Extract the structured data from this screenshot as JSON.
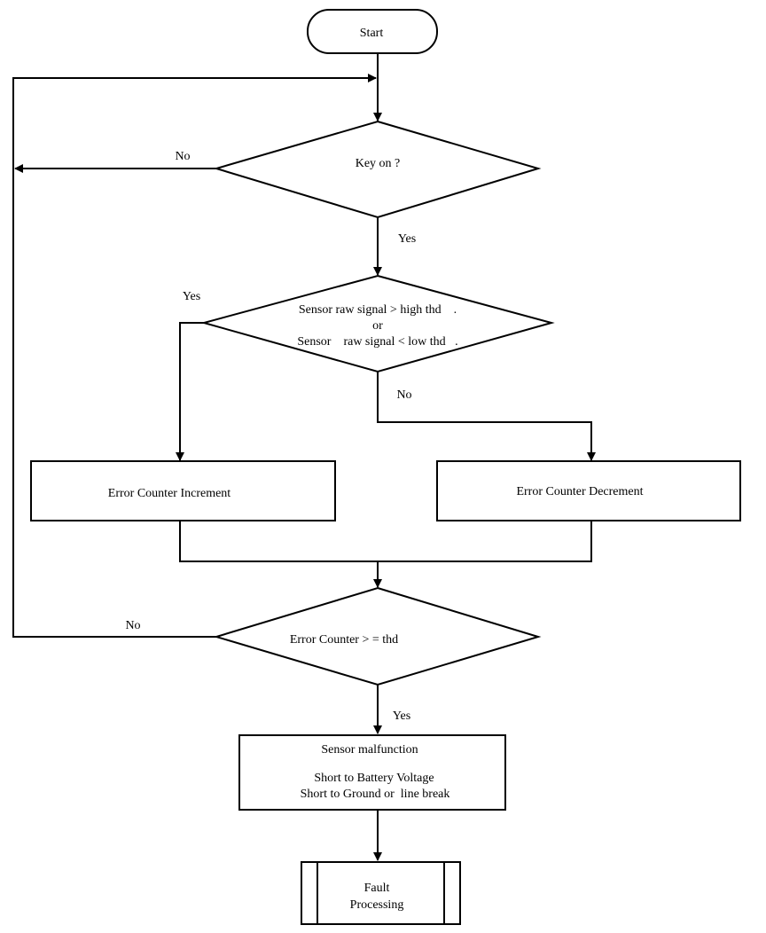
{
  "colors": {
    "line": "#000000",
    "background": "#ffffff"
  },
  "nodes": {
    "start": {
      "label": "Start"
    },
    "key_on": {
      "label": "Key on ?"
    },
    "sensor_check": {
      "line1": "Sensor raw signal > high thd    .",
      "line2": "or",
      "line3": "Sensor    raw signal < low thd   ."
    },
    "increment": {
      "label": "Error Counter Increment"
    },
    "decrement": {
      "label": "Error Counter Decrement"
    },
    "counter_check": {
      "label": "Error Counter > = thd"
    },
    "malfunction": {
      "line1": "Sensor malfunction",
      "line2": "Short to Battery Voltage",
      "line3": "Short to Ground or  line break"
    },
    "fault": {
      "line1": "Fault",
      "line2": "Processing"
    }
  },
  "edges": {
    "key_on_no": "No",
    "key_on_yes": "Yes",
    "sensor_yes": "Yes",
    "sensor_no": "No",
    "counter_no": "No",
    "counter_yes": "Yes"
  }
}
